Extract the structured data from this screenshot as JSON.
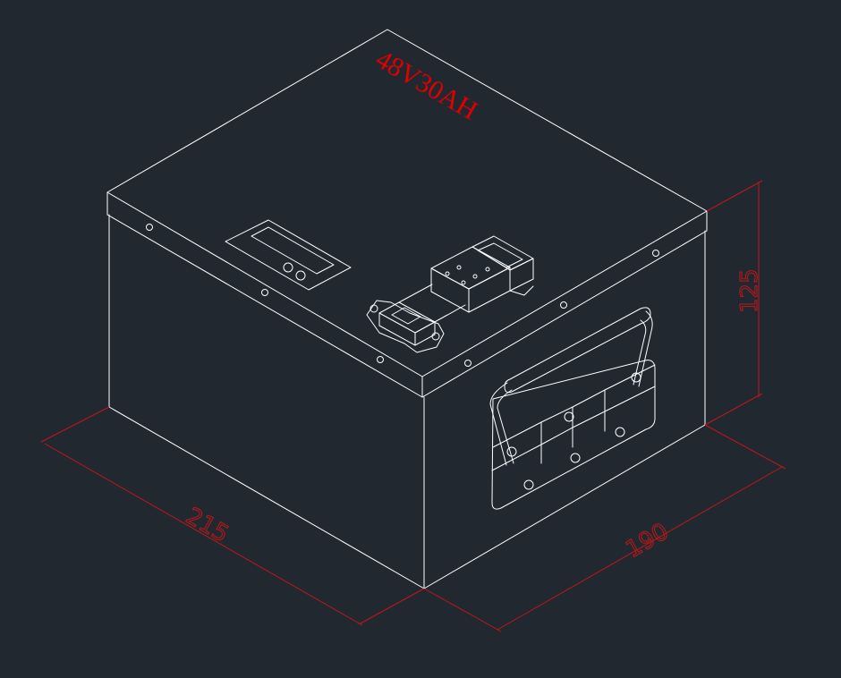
{
  "drawing": {
    "title_label": "48V30AH",
    "dimensions": {
      "length": "215",
      "width": "190",
      "height": "125"
    }
  },
  "colors": {
    "background": "#212830",
    "linework": "#ffffff",
    "dimension": "#c01818",
    "title": "#e00000"
  }
}
